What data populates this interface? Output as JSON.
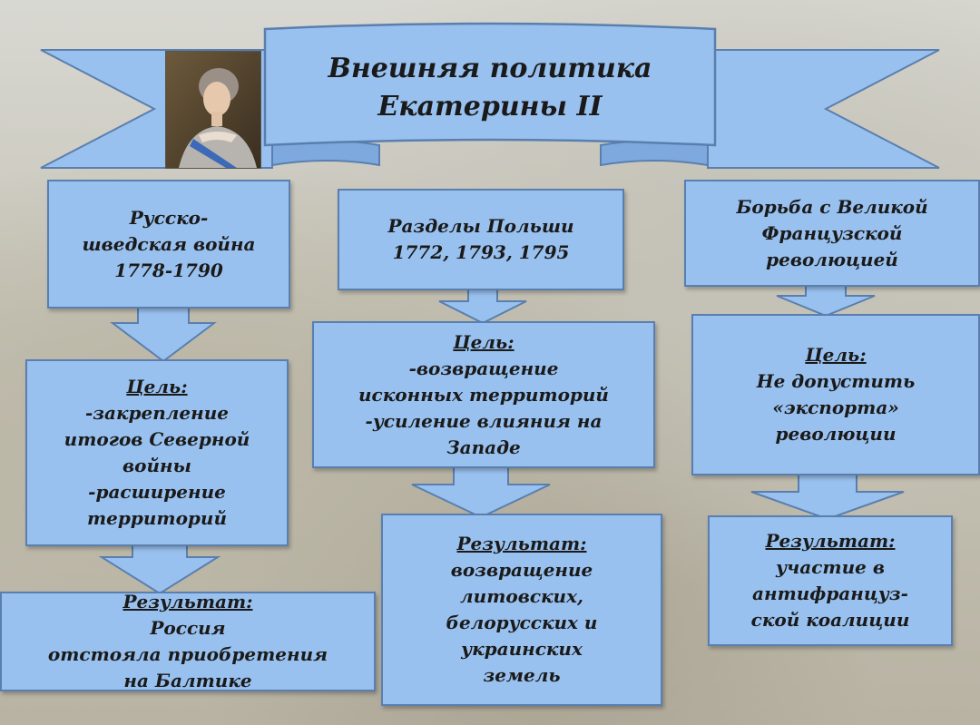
{
  "title": {
    "line1": "Внешняя политика",
    "line2": "Екатерины II"
  },
  "portrait": {
    "alt": "portrait"
  },
  "columns": [
    {
      "topic": [
        "Русско-",
        "шведская война",
        "1778-1790"
      ],
      "goal_label": "Цель:",
      "goal": [
        "-закрепление",
        "итогов Северной",
        "войны",
        "-расширение",
        "территорий"
      ],
      "result_label": "Результат:",
      "result_inline": " Россия",
      "result": [
        "отстояла приобретения",
        "на Балтике"
      ]
    },
    {
      "topic": [
        "Разделы Польши",
        "1772, 1793, 1795"
      ],
      "goal_label": "Цель:",
      "goal": [
        "-возвращение",
        "исконных территорий",
        "-усиление влияния на",
        "Западе"
      ],
      "result_label": "Результат:",
      "result": [
        "возвращение",
        "литовских,",
        "белорусских и",
        "украинских",
        "земель"
      ]
    },
    {
      "topic": [
        "Борьба с Великой",
        "Французской",
        "революцией"
      ],
      "goal_label": "Цель:",
      "goal": [
        "Не допустить",
        "«экспорта»",
        "революции"
      ],
      "result_label": "Результат:",
      "result": [
        "участие в",
        "антифранцуз-",
        "ской коалиции"
      ]
    }
  ],
  "colors": {
    "box_fill": "#99c1ef",
    "box_border": "#5a7fae"
  }
}
